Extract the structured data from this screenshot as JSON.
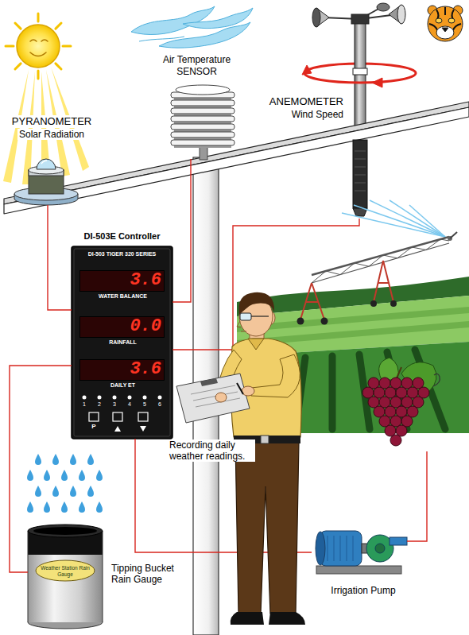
{
  "diagram": {
    "nodes": [
      {
        "text": [
          "PYRANOMETER",
          "Solar Radiation"
        ]
      },
      {
        "text": [
          "Air Temperature",
          "SENSOR"
        ]
      },
      {
        "text": [
          "ANEMOMETER",
          "Wind Speed"
        ]
      },
      {
        "text": [
          "DI-503E Controller",
          "DI-503 TIGER 320 SERIES"
        ]
      },
      {
        "text": [
          "3.6",
          "WATER BALANCE"
        ],
        "in": 3
      },
      {
        "text": [
          "0.0",
          "RAINFALL"
        ],
        "in": 3
      },
      {
        "text": [
          "3.6",
          "DAILY ET"
        ],
        "in": 3
      },
      {
        "text": [
          "Weather Station Rain Gauge",
          "Tipping Bucket Rain Gauge"
        ]
      },
      {
        "text": [
          "Irrigation Pump"
        ]
      }
    ],
    "edges": [
      {
        "from": 0,
        "to": 3,
        "arrow": "none"
      },
      {
        "from": 1,
        "to": 3,
        "arrow": "none"
      },
      {
        "from": 2,
        "to": 3,
        "arrow": "none"
      },
      {
        "from": 7,
        "to": 3,
        "arrow": "none"
      },
      {
        "from": 3,
        "to": 8,
        "arrow": "none"
      }
    ],
    "labels": [
      "1",
      "2",
      "3",
      "4",
      "5",
      "6",
      "P",
      "Recording daily weather readings."
    ]
  }
}
